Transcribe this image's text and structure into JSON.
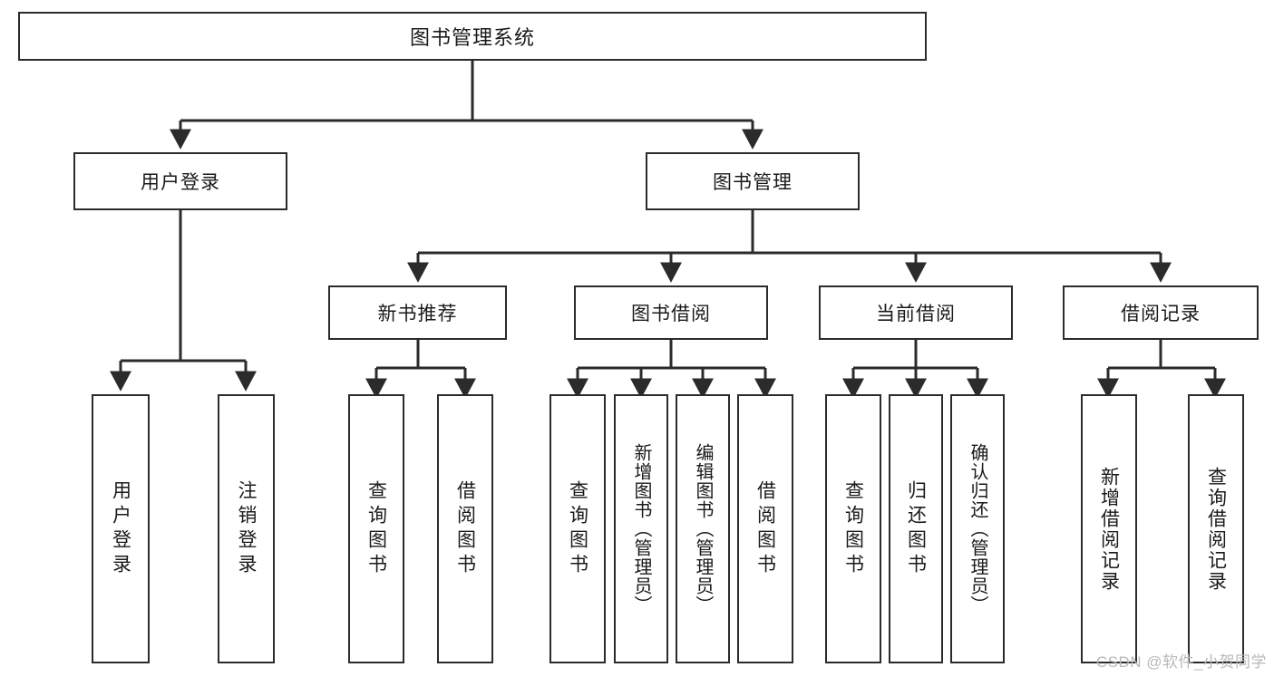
{
  "diagram": {
    "title": "图书管理系统",
    "type": "hierarchy-tree",
    "watermark": "CSDN @软件_小贺同学",
    "colors": {
      "box_border": "#2b2b2b",
      "box_fill": "#ffffff",
      "connector": "#333333",
      "text": "#1a1a1a",
      "watermark": "#b8b8b8"
    },
    "levels": {
      "level0": [
        {
          "label": "图书管理系统"
        }
      ],
      "level1": [
        {
          "label": "用户登录"
        },
        {
          "label": "图书管理"
        }
      ],
      "level2": [
        {
          "label": "新书推荐"
        },
        {
          "label": "图书借阅"
        },
        {
          "label": "当前借阅"
        },
        {
          "label": "借阅记录"
        }
      ],
      "leaves": {
        "user_login": [
          {
            "label": "用户登录"
          },
          {
            "label": "注销登录"
          }
        ],
        "new_book_recommend": [
          {
            "label": "查询图书"
          },
          {
            "label": "借阅图书"
          }
        ],
        "book_borrow": [
          {
            "label": "查询图书"
          },
          {
            "label": "新增图书（管理员）"
          },
          {
            "label": "编辑图书（管理员）"
          },
          {
            "label": "借阅图书"
          }
        ],
        "current_borrow": [
          {
            "label": "查询图书"
          },
          {
            "label": "归还图书"
          },
          {
            "label": "确认归还（管理员）"
          }
        ],
        "borrow_record": [
          {
            "label": "新增借阅记录"
          },
          {
            "label": "查询借阅记录"
          }
        ]
      }
    }
  }
}
